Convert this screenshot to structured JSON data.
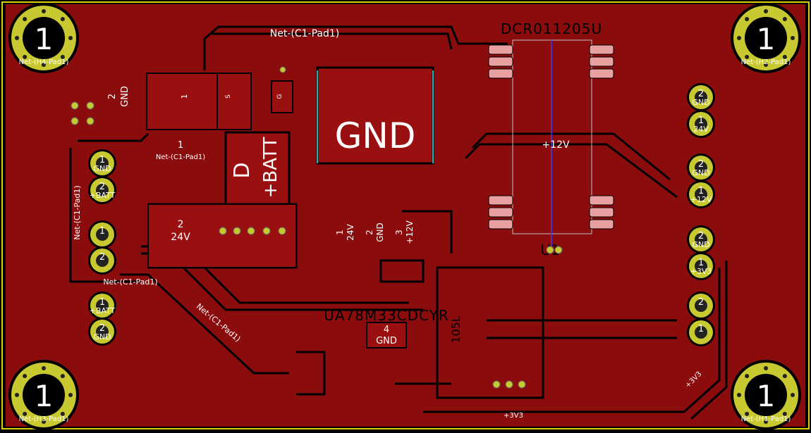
{
  "colors": {
    "background": "#000000",
    "copper": "#8a0c0c",
    "copper_edge": "#b21e1e",
    "board_outline": "#d8d000",
    "pad_gold": "#c8c830",
    "pad_pink": "#e8a0a0",
    "silk_text": "#ffffff",
    "cyan_outline": "#00bfbf",
    "fab_outline": "#bfbfbf",
    "ratsnest": "#3a3aff"
  },
  "mounting_holes": [
    {
      "id": "H4",
      "num": "1",
      "net": "Net-(H4-Pad1)"
    },
    {
      "id": "H2",
      "num": "1",
      "net": "Net-(H2-Pad1)"
    },
    {
      "id": "H3",
      "num": "1",
      "net": "Net-(H3-Pad1)"
    },
    {
      "id": "H1",
      "num": "1",
      "net": "Net-(H1-Pad1)"
    }
  ],
  "labels": {
    "net_c1_top": "Net-(C1-Pad1)",
    "net_c1_mid": "Net-(C1-Pad1)",
    "net_c1_left": "Net-(C1-Pad1)",
    "net_c1_under": "Net-(C1-Pad1)",
    "net_c1_diag": "Net-(C1-Pad1)",
    "dcr": "DCR011205U",
    "ua78": "UA78M33CDCYR",
    "gnd_big": "GND",
    "d_letter": "D",
    "batt": "+BATT",
    "p12v_center": "+12V",
    "p3v3_bottom": "+3V3",
    "p3v3_diag": "+3V3",
    "u1": "U1",
    "l05": "105L"
  },
  "connector_left": [
    {
      "num": "1",
      "name": "GND"
    },
    {
      "num": "2",
      "name": "+BATT"
    },
    {
      "num": "1",
      "name": ""
    },
    {
      "num": "2",
      "name": ""
    }
  ],
  "connector_bottom_left": [
    {
      "num": "1",
      "name": "+BATT"
    },
    {
      "num": "2",
      "name": "GND"
    }
  ],
  "connector_right": [
    {
      "num": "2",
      "name": "GND"
    },
    {
      "num": "1",
      "name": "24V"
    },
    {
      "num": "2",
      "name": "GND"
    },
    {
      "num": "1",
      "name": "+12V"
    },
    {
      "num": "2",
      "name": "GND"
    },
    {
      "num": "1",
      "name": "+3V3"
    },
    {
      "num": "2",
      "name": ""
    },
    {
      "num": "1",
      "name": ""
    }
  ],
  "pad_labels": {
    "gnd2_num": "2",
    "gnd2_name": "GND",
    "pad1_a_num": "1",
    "pad1_b_num": "1",
    "pad1_b_net": "Net-(C1-Pad1)",
    "pad2_24v_num": "2",
    "pad2_24v_name": "24V",
    "pad1_24v_num": "1",
    "pad1_24v_name": "24V",
    "pad2_gnd_num": "2",
    "pad2_gnd_name": "GND",
    "pad3_num": "3",
    "pad3_name": "+12V",
    "pad4_num": "4",
    "pad4_name": "GND",
    "s_letter": "S",
    "g_letter": "G"
  }
}
